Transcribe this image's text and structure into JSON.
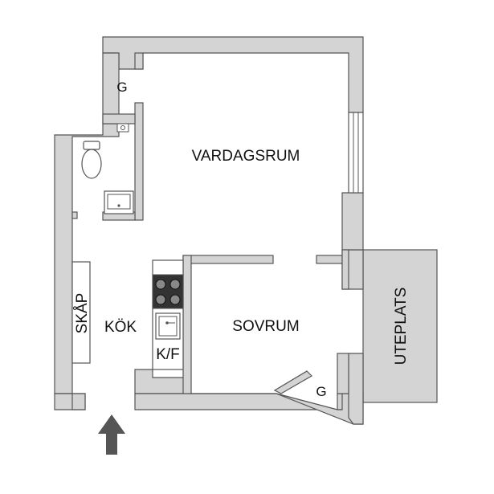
{
  "plan": {
    "rooms": {
      "living_room": "VARDAGSRUM",
      "bedroom": "SOVRUM",
      "kitchen": "KÖK",
      "patio": "UTEPLATS",
      "wardrobe": "SKÅP",
      "fridge_freezer": "K/F",
      "closet_top": "G",
      "closet_bedroom": "G"
    },
    "colors": {
      "wall_fill": "#d4d4d4",
      "wall_stroke": "#555555",
      "entrance_arrow": "#555555"
    },
    "icons": [
      "toilet-icon",
      "sink-icon",
      "stove-icon",
      "kitchen-sink-icon",
      "entrance-arrow-icon",
      "window-icon"
    ]
  }
}
